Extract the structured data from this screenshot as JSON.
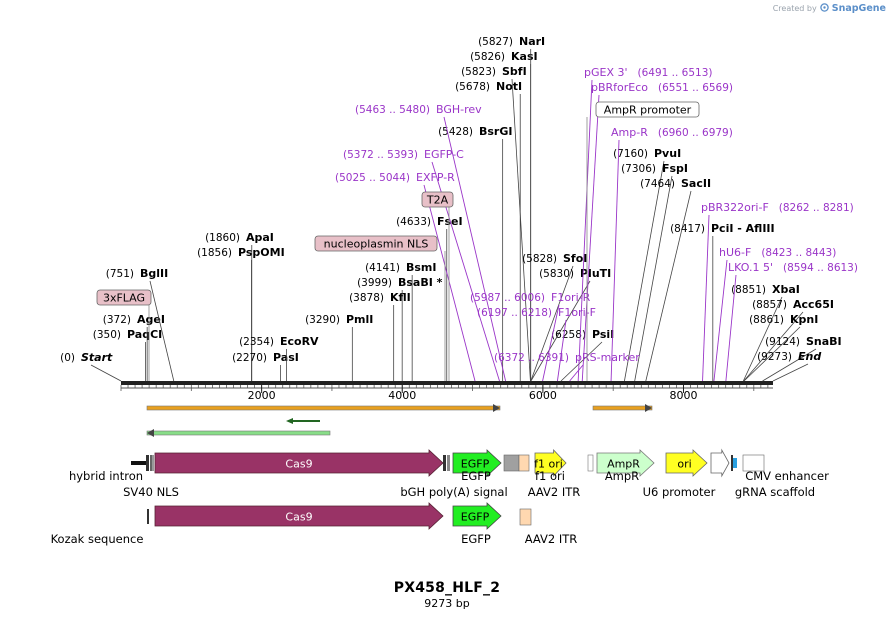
{
  "app": {
    "created_by": "Created by",
    "brand": "SnapGene"
  },
  "plasmid": {
    "name": "PX458_HLF_2",
    "length_label": "9273 bp",
    "length": 9273
  },
  "colors": {
    "enzyme_line": "#444444",
    "primer_text": "#9a35c8",
    "cas9": "#993366",
    "egfp": "#22ee22",
    "ori": "#ffff22",
    "ampr": "#ccffcc",
    "itr": "#ffd8b0",
    "polyA": "#a0a0a0",
    "scaffold": "#2aa0e0",
    "arrow_orange": "#e8a020",
    "arrow_green": "#88dd88",
    "tag_fill": "#e8c0c8"
  },
  "axis": {
    "ticks": [
      2000,
      4000,
      6000,
      8000
    ],
    "tick_labels": [
      "2000",
      "4000",
      "6000",
      "8000"
    ]
  },
  "sites": [
    {
      "pos": 0,
      "num": "(0)",
      "name": "Start",
      "style": "italic"
    },
    {
      "pos": 350,
      "num": "(350)",
      "name": "PaqCI"
    },
    {
      "pos": 372,
      "num": "(372)",
      "name": "AgeI"
    },
    {
      "pos": 751,
      "num": "(751)",
      "name": "BglII"
    },
    {
      "pos": 1856,
      "num": "(1856)",
      "name": "PspOMI"
    },
    {
      "pos": 1860,
      "num": "(1860)",
      "name": "ApaI"
    },
    {
      "pos": 2270,
      "num": "(2270)",
      "name": "PasI"
    },
    {
      "pos": 2354,
      "num": "(2354)",
      "name": "EcoRV"
    },
    {
      "pos": 3290,
      "num": "(3290)",
      "name": "PmlI"
    },
    {
      "pos": 3878,
      "num": "(3878)",
      "name": "KflI"
    },
    {
      "pos": 3999,
      "num": "(3999)",
      "name": "BsaBI *"
    },
    {
      "pos": 4141,
      "num": "(4141)",
      "name": "BsmI"
    },
    {
      "pos": 4633,
      "num": "(4633)",
      "name": "FseI"
    },
    {
      "pos": 5428,
      "num": "(5428)",
      "name": "BsrGI"
    },
    {
      "pos": 5678,
      "num": "(5678)",
      "name": "NotI"
    },
    {
      "pos": 5823,
      "num": "(5823)",
      "name": "SbfI"
    },
    {
      "pos": 5826,
      "num": "(5826)",
      "name": "KasI"
    },
    {
      "pos": 5827,
      "num": "(5827)",
      "name": "NarI"
    },
    {
      "pos": 5828,
      "num": "(5828)",
      "name": "SfoI"
    },
    {
      "pos": 5830,
      "num": "(5830)",
      "name": "PluTI"
    },
    {
      "pos": 6258,
      "num": "(6258)",
      "name": "PsiI"
    },
    {
      "pos": 7160,
      "num": "(7160)",
      "name": "PvuI"
    },
    {
      "pos": 7306,
      "num": "(7306)",
      "name": "FspI"
    },
    {
      "pos": 7464,
      "num": "(7464)",
      "name": "SacII"
    },
    {
      "pos": 8417,
      "num": "(8417)",
      "name": "PciI - AflIII"
    },
    {
      "pos": 8851,
      "num": "(8851)",
      "name": "XbaI"
    },
    {
      "pos": 8857,
      "num": "(8857)",
      "name": "Acc65I"
    },
    {
      "pos": 8861,
      "num": "(8861)",
      "name": "KpnI"
    },
    {
      "pos": 9124,
      "num": "(9124)",
      "name": "SnaBI"
    },
    {
      "pos": 9273,
      "num": "(9273)",
      "name": "End",
      "style": "italic"
    }
  ],
  "primers": [
    {
      "name": "BGH-rev",
      "range": "(5463 .. 5480)",
      "pos": 5470
    },
    {
      "name": "EGFP-C",
      "range": "(5372 .. 5393)",
      "pos": 5383
    },
    {
      "name": "EXFP-R",
      "range": "(5025 .. 5044)",
      "pos": 5035
    },
    {
      "name": "pGEX 3'",
      "range": "(6491 .. 6513)",
      "pos": 6502
    },
    {
      "name": "pBRforEco",
      "range": "(6551 .. 6569)",
      "pos": 6560
    },
    {
      "name": "Amp-R",
      "range": "(6960 .. 6979)",
      "pos": 6970
    },
    {
      "name": "F1ori-R",
      "range": "(5987 .. 6006)",
      "pos": 5996
    },
    {
      "name": "F1ori-F",
      "range": "(6197 .. 6218)",
      "pos": 6207
    },
    {
      "name": "pRS-marker",
      "range": "(6372 .. 6391)",
      "pos": 6381
    },
    {
      "name": "pBR322ori-F",
      "range": "(8262 .. 8281)",
      "pos": 8271
    },
    {
      "name": "hU6-F",
      "range": "(8423 .. 8443)",
      "pos": 8433
    },
    {
      "name": "LKO.1 5'",
      "range": "(8594 .. 8613)",
      "pos": 8603
    }
  ],
  "feature_tags": [
    {
      "name": "3xFLAG"
    },
    {
      "name": "nucleoplasmin NLS"
    },
    {
      "name": "T2A"
    },
    {
      "name": "AmpR promoter"
    }
  ],
  "features": [
    {
      "name": "Cas9",
      "label": "Cas9",
      "kind": "cas9"
    },
    {
      "name": "EGFP",
      "label": "EGFP",
      "kind": "egfp"
    },
    {
      "name": "f1 ori",
      "label": "f1 ori",
      "kind": "ori"
    },
    {
      "name": "AmpR",
      "label": "AmpR",
      "kind": "ampr"
    },
    {
      "name": "ori",
      "label": "ori",
      "kind": "ori"
    },
    {
      "name": "Cas9 (lower track)",
      "label": "Cas9",
      "kind": "cas9"
    },
    {
      "name": "EGFP (lower track)",
      "label": "EGFP",
      "kind": "egfp"
    }
  ],
  "feature_labels": [
    "hybrid intron",
    "SV40 NLS",
    "EGFP",
    "bGH poly(A) signal",
    "f1 ori",
    "AAV2 ITR",
    "AmpR",
    "U6 promoter",
    "CMV enhancer",
    "gRNA scaffold",
    "Kozak sequence",
    "EGFP",
    "AAV2 ITR"
  ]
}
